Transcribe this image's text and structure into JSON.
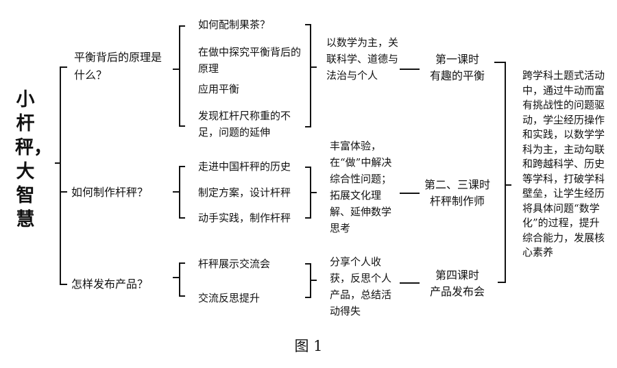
{
  "root_title": "小杆秤，大智慧",
  "questions": [
    {
      "text": "平衡背后的原理是什么？"
    },
    {
      "text": "如何制作杆秤？"
    },
    {
      "text": "怎样发布产品？"
    }
  ],
  "activities": [
    [
      "如何配制果茶？",
      "在做中探究平衡背后的原理",
      "应用平衡",
      "发现杠杆尺称重的不足，问题的延伸"
    ],
    [
      "走进中国杆秤的历史",
      "制定方案，设计杆秤",
      "动手实践，制作杆秤"
    ],
    [
      "杆秤展示交流会",
      "交流反思提升"
    ]
  ],
  "goals": [
    "以数学为主，关联科学、道德与法治与个人",
    "丰富体验，在“做”中解决综合性问题；拓展文化理解、延伸数学思考",
    "分享个人收获，反思个人产品，总结活动得失"
  ],
  "lessons": [
    {
      "line1": "第一课时",
      "line2": "有趣的平衡"
    },
    {
      "line1": "第二、三课时",
      "line2": "杆秤制作师"
    },
    {
      "line1": "第四课时",
      "line2": "产品发布会"
    }
  ],
  "summary": "跨学科土题式活动中，通过牛动而富有挑战性的问题驱动，学尘经历操作和实践，以数学学科为主，主动勾联和跨越科学、历史等学科，打破学科壁垒，让学生经历将具体问题“数学化”的过程，提升综合能力，发展核心素养",
  "caption": "图 1"
}
